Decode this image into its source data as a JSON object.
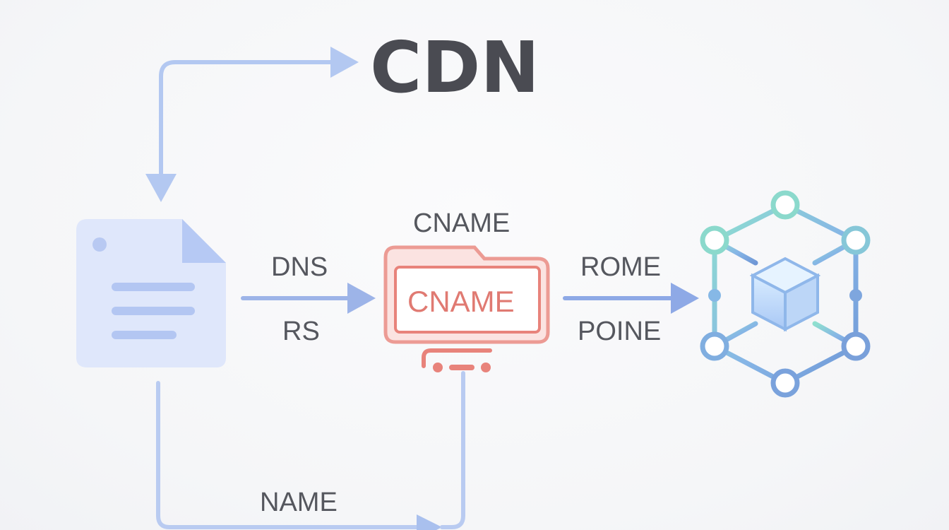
{
  "title": "CDN",
  "labels": {
    "cname_top": "CNAME",
    "dns": "DNS",
    "rs": "RS",
    "cname_box": "CNAME",
    "rome": "ROME",
    "poine": "POINE",
    "name": "NAME"
  },
  "colors": {
    "arrow": "#a9c0ee",
    "arrow_strong": "#8ea9e6",
    "document": "#dfe7fb",
    "document_fold": "#b6c9f4",
    "document_lines": "#b3c6f2",
    "cname_box": "#e8837b",
    "network_teal": "#86d5c9",
    "network_blue": "#79a5e0",
    "title": "#4a4b52",
    "text": "#55575e"
  },
  "icons": {
    "document": "document-icon",
    "cname_box": "server-box-icon",
    "network": "network-cube-icon"
  }
}
